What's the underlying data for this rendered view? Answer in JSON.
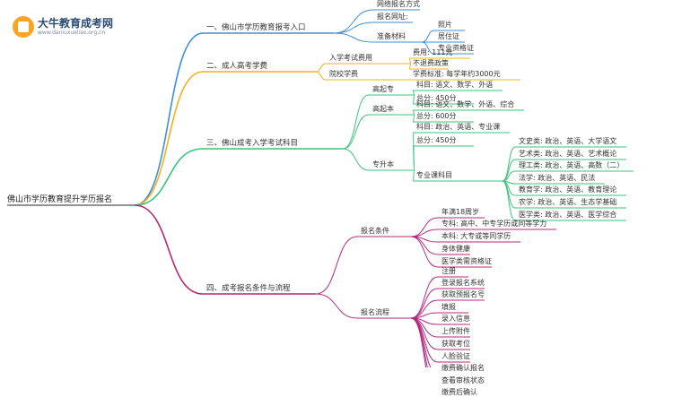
{
  "logo": {
    "site_name": "大牛教育成考网",
    "url": "www.daniuxueliao.org.cn"
  },
  "root": "佛山市学历教育提升学历报名",
  "branches": [
    {
      "label": "一、佛山市学历教育报考入口",
      "color": "#3d8fd6",
      "children": [
        {
          "label": "网络报名方式"
        },
        {
          "label": "报名网址:"
        },
        {
          "label": "准备材料",
          "children": [
            {
              "label": "照片"
            },
            {
              "label": "居住证"
            },
            {
              "label": "专业资格证"
            }
          ]
        }
      ]
    },
    {
      "label": "二、成人高考学费",
      "color": "#f2b01e",
      "children": [
        {
          "label": "入学考试费用",
          "children": [
            {
              "label": "费用: 111元"
            },
            {
              "label": "不退费政策"
            }
          ]
        },
        {
          "label": "院校学费",
          "children": [
            {
              "label": "学费标准: 每学年约3000元"
            }
          ]
        }
      ]
    },
    {
      "label": "三、佛山成考入学考试科目",
      "color": "#3cc47a",
      "children": [
        {
          "label": "高起专",
          "children": [
            {
              "label": "科目: 语文、数学、外语"
            },
            {
              "label": "总分: 450分"
            }
          ]
        },
        {
          "label": "高起本",
          "children": [
            {
              "label": "科目: 语文、数学、外语、综合"
            },
            {
              "label": "总分: 600分"
            }
          ]
        },
        {
          "label": "专升本",
          "children": [
            {
              "label": "科目: 政治、英语、专业课"
            },
            {
              "label": "总分: 450分"
            },
            {
              "label": "专业课科目",
              "children": [
                {
                  "label": "文史类: 政治、英语、大学语文"
                },
                {
                  "label": "艺术类: 政治、英语、艺术概论"
                },
                {
                  "label": "理工类: 政治、英语、高数（二）"
                },
                {
                  "label": "法学: 政治、英语、民法"
                },
                {
                  "label": "教育学: 政治、英语、教育理论"
                },
                {
                  "label": "农学: 政治、英语、生态学基础"
                },
                {
                  "label": "医学类: 政治、英语、医学综合"
                }
              ]
            }
          ]
        }
      ]
    },
    {
      "label": "四、成考报名条件与流程",
      "color": "#b4287e",
      "children": [
        {
          "label": "报名条件",
          "children": [
            {
              "label": "年满18周岁"
            },
            {
              "label": "专科: 高中、中专学历或同等学力"
            },
            {
              "label": "本科: 大专或等同学历"
            },
            {
              "label": "身体健康"
            },
            {
              "label": "医学类需资格证"
            }
          ]
        },
        {
          "label": "报名流程",
          "children": [
            {
              "label": "注册"
            },
            {
              "label": "登录报名系统"
            },
            {
              "label": "获取预报名号"
            },
            {
              "label": "填报"
            },
            {
              "label": "录入信息"
            },
            {
              "label": "上传附件"
            },
            {
              "label": "获取考位"
            },
            {
              "label": "人脸验证"
            },
            {
              "label": "缴费确认报名"
            },
            {
              "label": "查看审核状态"
            },
            {
              "label": "缴费后确认"
            }
          ]
        }
      ]
    }
  ]
}
